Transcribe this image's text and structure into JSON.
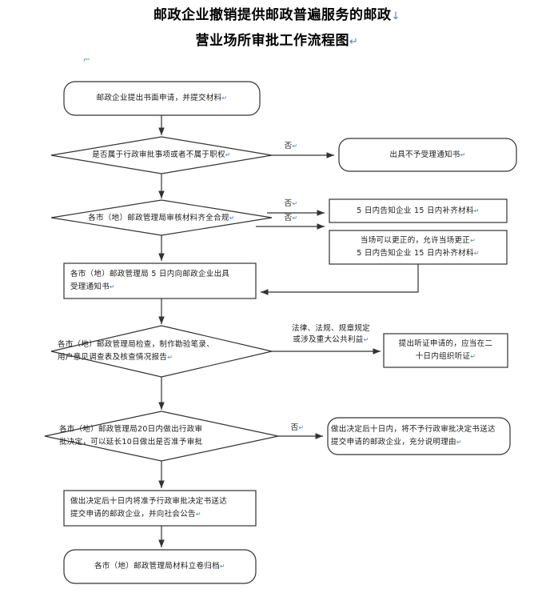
{
  "title": {
    "line1": "邮政企业撤销提供邮政普遍服务的邮政",
    "line2": "营业场所审批工作流程图",
    "mark1": "↓",
    "mark2": "↵"
  },
  "stray_mark": "⌐",
  "flow": {
    "nodes": [
      {
        "id": "n1",
        "shape": "rounded-rect",
        "lines": [
          "邮政企业提出书面申请，并提交材料"
        ],
        "mark": "↵"
      },
      {
        "id": "d1",
        "shape": "diamond",
        "lines": [
          "是否属于行政审批事项或者不属于职权"
        ],
        "mark": "↵"
      },
      {
        "id": "r1",
        "shape": "rounded-rect",
        "lines": [
          "出具不予受理通知书"
        ],
        "mark": "↵"
      },
      {
        "id": "d2",
        "shape": "diamond",
        "lines": [
          "各市（地）邮政管理局审核材料齐全合规"
        ],
        "mark": "↵"
      },
      {
        "id": "r2",
        "shape": "rect",
        "lines": [
          "5 日内告知企业 15 日内补齐材料"
        ],
        "mark": "↵"
      },
      {
        "id": "r3",
        "shape": "rect",
        "lines": [
          "当场可以更正的，允许当场更正",
          "5 日内告知企业 15 日内补齐材料"
        ],
        "mark": "↵"
      },
      {
        "id": "n2",
        "shape": "rect",
        "lines": [
          "各市（地）邮政管理局 5 日内向邮政企业出具",
          "受理通知书"
        ],
        "mark": "↵",
        "align": "left"
      },
      {
        "id": "d3",
        "shape": "diamond",
        "lines": [
          "各市（地）邮政管理局检查，制作勘验笔录、",
          "用户意见调查表及核查情况报告"
        ],
        "mark": "↵"
      },
      {
        "id": "r4",
        "shape": "rect",
        "lines": [
          "提出听证申请的，应当在二",
          "十日内组织听证"
        ],
        "mark": "↵"
      },
      {
        "id": "d4",
        "shape": "diamond",
        "lines": [
          "各市（地）邮政管理局20日内做出行政审",
          "批决定，可以延长10日做出是否准予审批"
        ],
        "mark": ""
      },
      {
        "id": "r5",
        "shape": "rounded-rect",
        "lines": [
          "做出决定后十日内，将不予行政审批决定书送达",
          "提交申请的邮政企业，充分说明理由"
        ],
        "mark": "↵"
      },
      {
        "id": "n3",
        "shape": "rect",
        "lines": [
          "做出决定后十日内将准予行政审批决定书送达",
          "提交申请的邮政企业，并向社会公告"
        ],
        "mark": "↵",
        "align": "left"
      },
      {
        "id": "n4",
        "shape": "rounded-rect",
        "lines": [
          "各市（地）邮政管理局材料立卷归档"
        ],
        "mark": "↵"
      }
    ],
    "edge_labels": [
      {
        "id": "e1",
        "lines": [
          "否"
        ],
        "mark": "↵"
      },
      {
        "id": "e2",
        "lines": [
          "否"
        ],
        "mark": "↵"
      },
      {
        "id": "e3",
        "lines": [
          "否"
        ],
        "mark": "↵"
      },
      {
        "id": "e4",
        "lines": [
          "法律、法规、规章规定",
          "或涉及重大公共利益"
        ],
        "mark": "↵"
      },
      {
        "id": "e5",
        "lines": [
          "否"
        ],
        "mark": "↵"
      }
    ]
  },
  "colors": {
    "stroke": "#333333",
    "text": "#1a1a1a",
    "mark": "#4a86c8",
    "background": "#ffffff"
  }
}
